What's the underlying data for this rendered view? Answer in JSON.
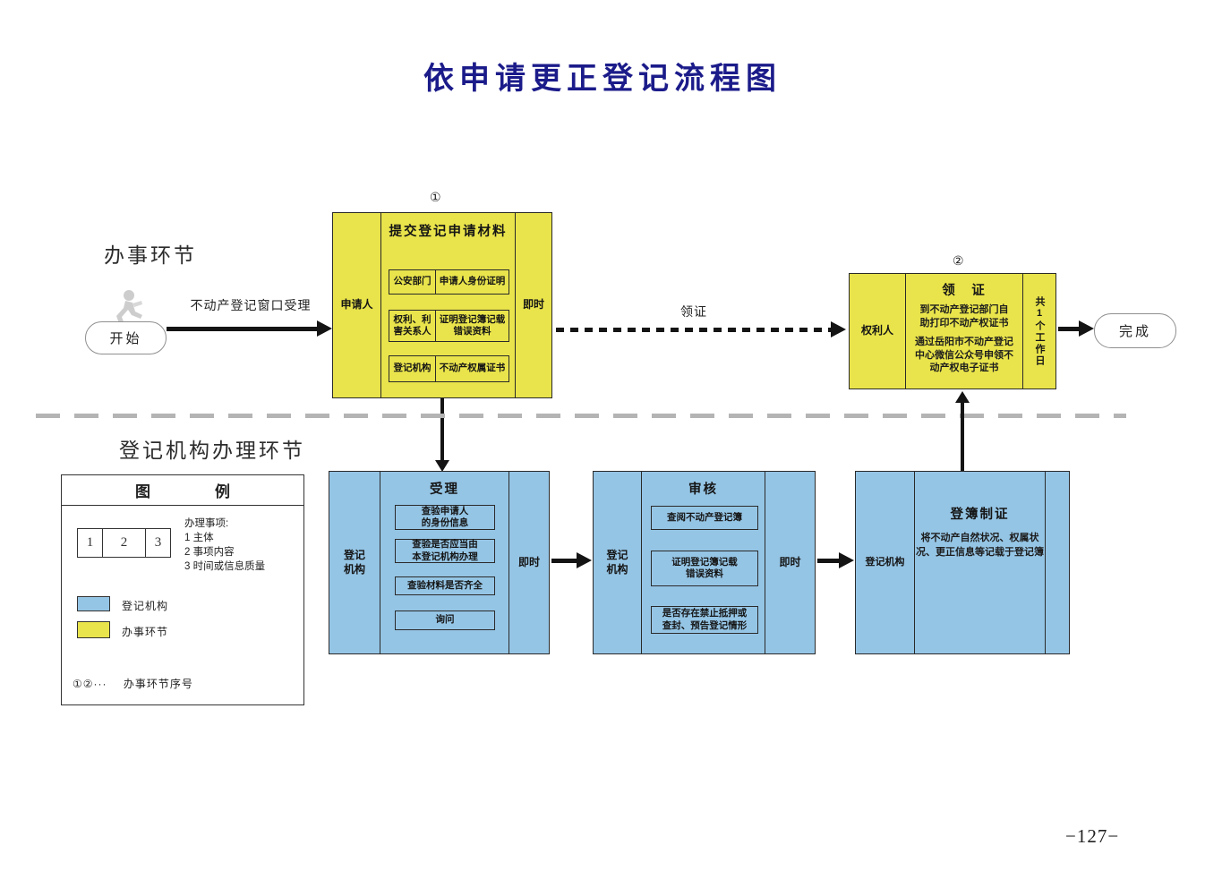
{
  "page": {
    "title": "依申请更正登记流程图",
    "page_number": "−127−"
  },
  "lanes": {
    "top_label": "办事环节",
    "bottom_label": "登记机构办理环节"
  },
  "nodes": {
    "start": "开始",
    "end": "完成"
  },
  "flow_labels": {
    "window_accept": "不动产登记窗口受理",
    "collect": "领证"
  },
  "submit_box": {
    "marker": "①",
    "title": "提交登记申请材料",
    "left": "申请人",
    "right": "即时",
    "rows": [
      {
        "who": "公安部门",
        "what": "申请人身份证明"
      },
      {
        "who": "权利、利\n害关系人",
        "what": "证明登记簿记载\n错误资料"
      },
      {
        "who": "登记机构",
        "what": "不动产权属证书"
      }
    ]
  },
  "collect_box": {
    "marker": "②",
    "title": "领　证",
    "left": "权利人",
    "right": "共1个工作日",
    "para1": "到不动产登记部门自\n助打印不动产权证书",
    "para2": "通过岳阳市不动产登记\n中心微信公众号申领不\n动产权电子证书"
  },
  "accept_box": {
    "title": "受理",
    "left": "登记\n机构",
    "right": "即时",
    "items": [
      "查验申请人\n的身份信息",
      "查验是否应当由\n本登记机构办理",
      "查验材料是否齐全",
      "询问"
    ]
  },
  "review_box": {
    "title": "审核",
    "left": "登记\n机构",
    "right": "即时",
    "items": [
      "查阅不动产登记簿",
      "证明登记簿记载\n错误资料",
      "是否存在禁止抵押或\n查封、预告登记情形"
    ]
  },
  "record_box": {
    "title": "登簿制证",
    "left": "登记机构",
    "body": "将不动产自然状况、权属状\n况、更正信息等记载于登记簿"
  },
  "legend": {
    "title_left": "图",
    "title_right": "例",
    "cells": [
      "1",
      "2",
      "3"
    ],
    "notes_title": "办理事项:",
    "notes": [
      "1 主体",
      "2 事项内容",
      "3 时间或信息质量"
    ],
    "agency_label": "登记机构",
    "applicant_label": "办事环节",
    "seq_prefix": "①②···",
    "seq_label": "办事环节序号"
  },
  "colors": {
    "yellow": "#e9e44b",
    "blue": "#95c5e5",
    "title_navy": "#1b1b8a"
  }
}
